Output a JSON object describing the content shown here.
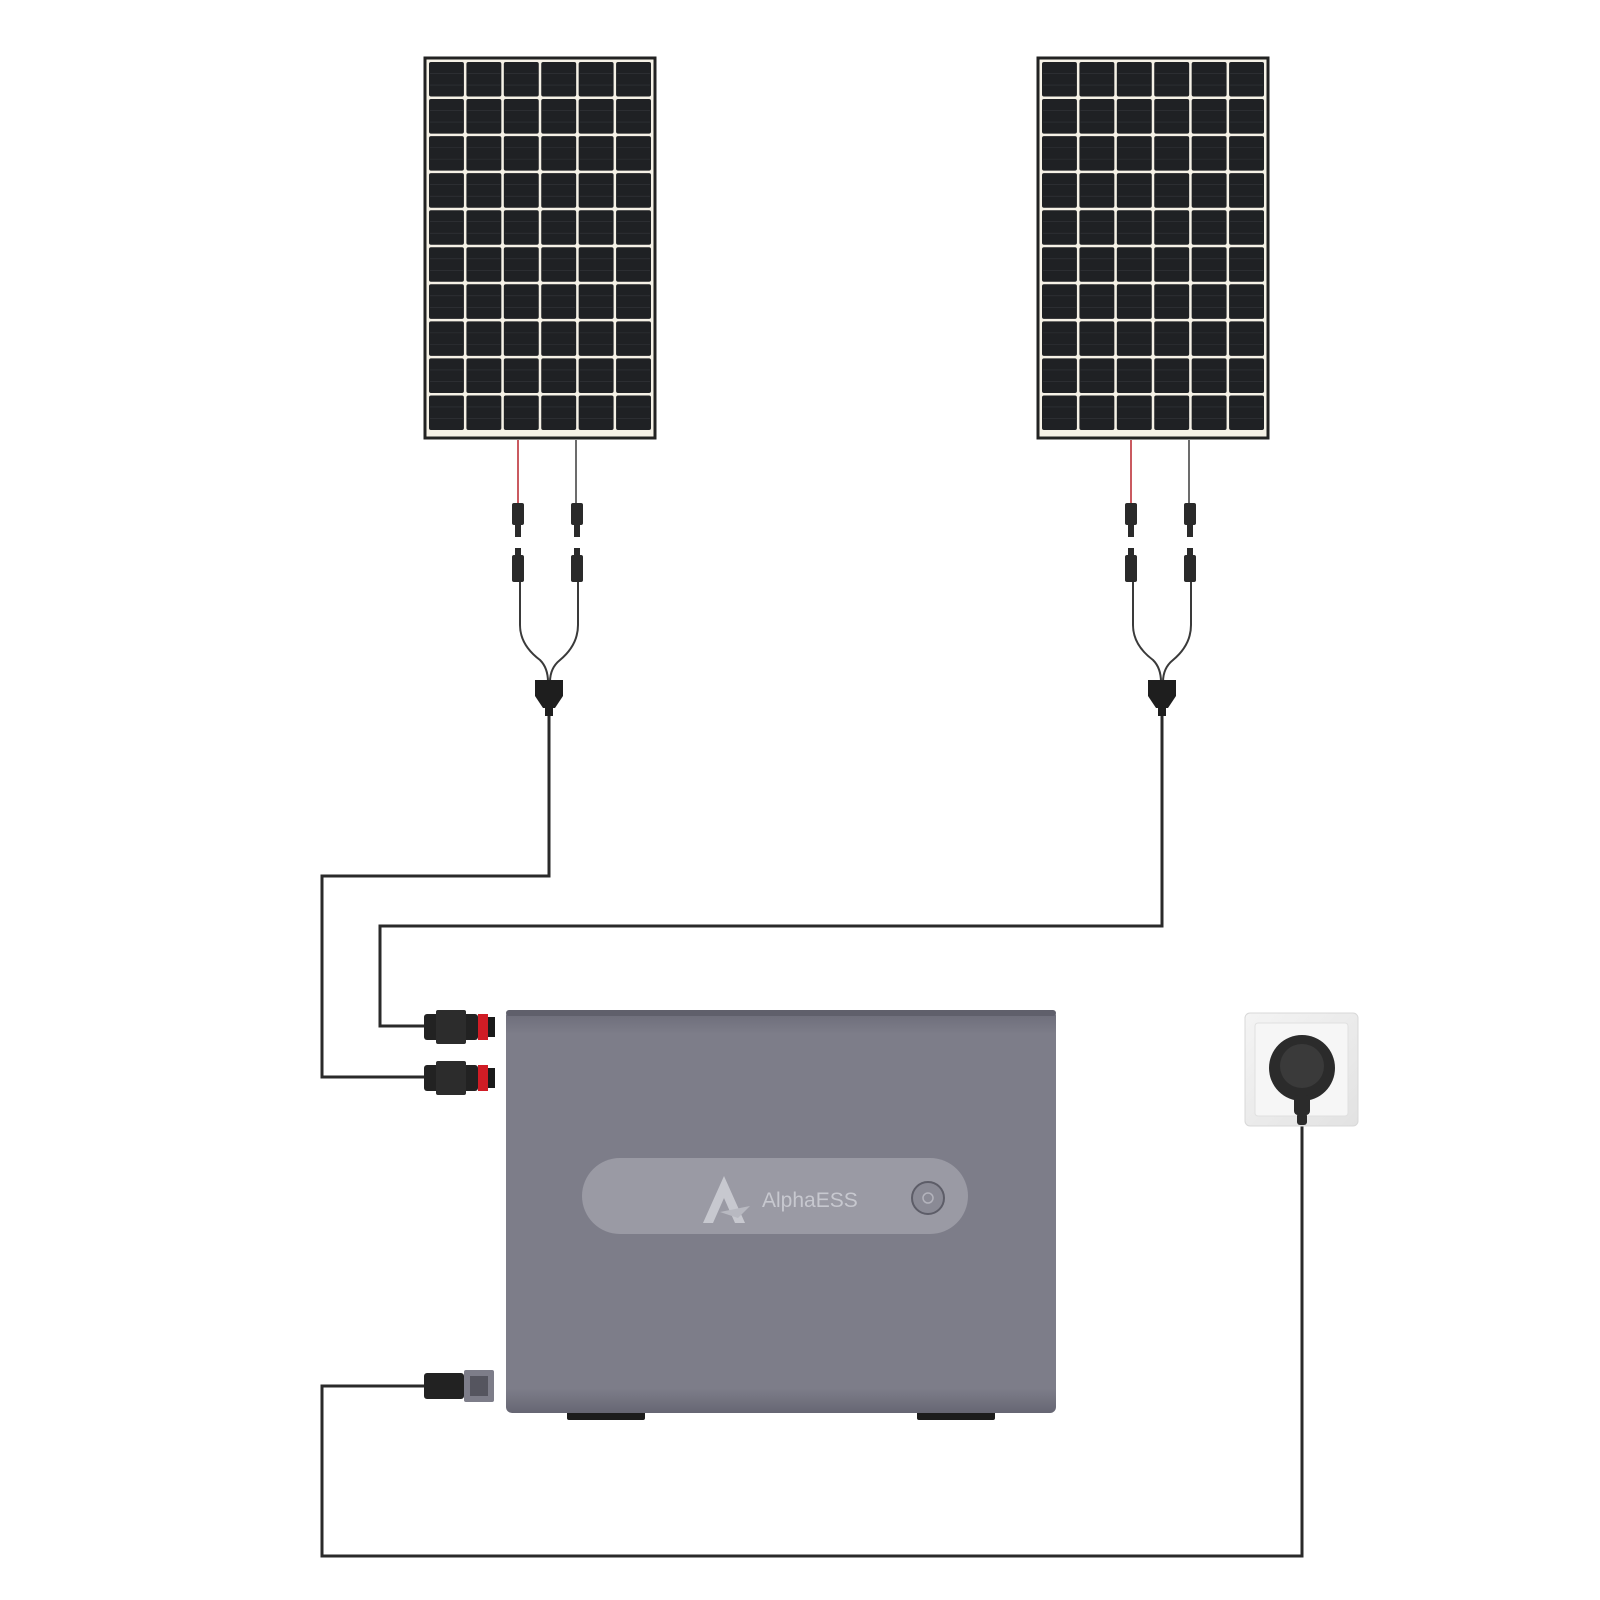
{
  "device": {
    "brand_label": "AlphaESS",
    "body_color": "#7d7d89",
    "panel_color": "#9a9aa4",
    "power_button_label": "power"
  },
  "solar_panels": [
    {
      "name": "left",
      "cell_color": "#1f2124"
    },
    {
      "name": "right",
      "cell_color": "#1f2124"
    }
  ],
  "outlet": {
    "type": "schuko"
  },
  "cable_color": "#2a2a2a",
  "connector_accent": "#d01c25"
}
